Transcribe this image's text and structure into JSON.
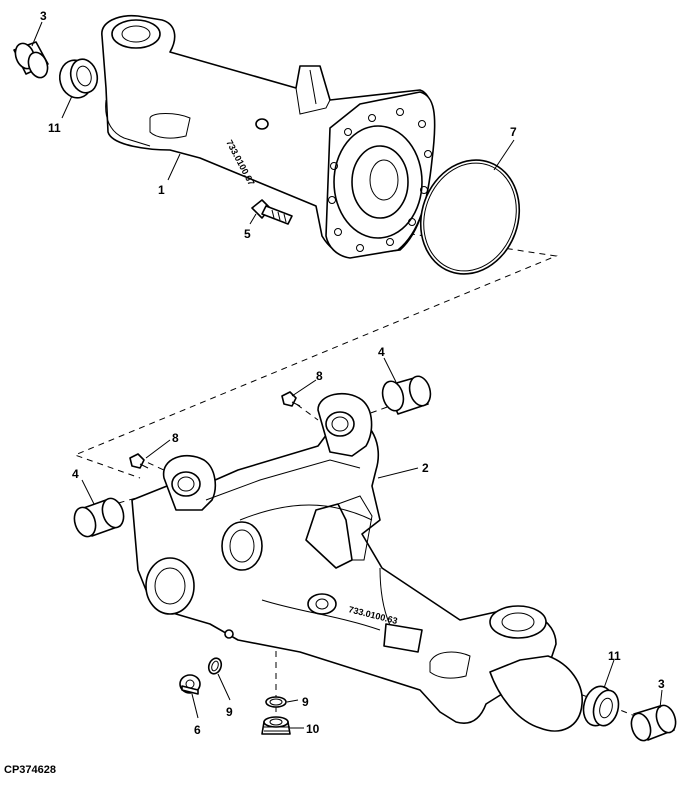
{
  "figure_id": "CP374628",
  "stamps": {
    "upper": "733.0100.67",
    "lower": "733.0100.63"
  },
  "callouts": {
    "upper_bushing": "3",
    "upper_seal": "11",
    "upper_housing": "1",
    "flange_bolt": "5",
    "o_ring": "7",
    "bushing_right": "4",
    "plug_right": "8",
    "plug_left": "8",
    "bushing_left": "4",
    "axle_housing": "2",
    "drain_plug": "6",
    "drain_washer": "9",
    "lower_washer": "9",
    "breather": "10",
    "lower_seal": "11",
    "lower_bushing": "3"
  }
}
